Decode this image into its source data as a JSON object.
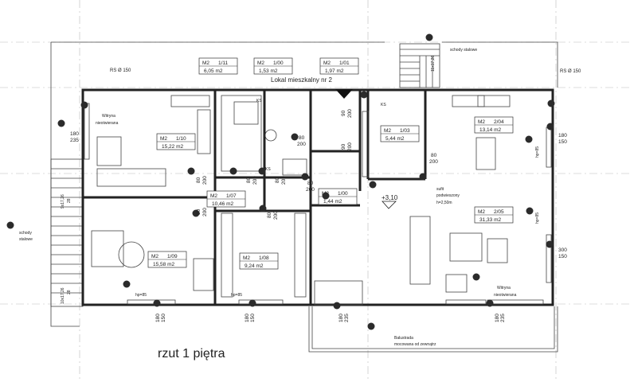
{
  "plan_title": "rzut 1 piętra",
  "apartment_label": "Lokal mieszkalny nr 2",
  "rooms": [
    {
      "name": "rooms-1-11",
      "code": "M2",
      "num": "1/11",
      "area": "6,05 m2"
    },
    {
      "name": "rooms-1-00",
      "code": "M2",
      "num": "1/00",
      "area": "1,53 m2"
    },
    {
      "name": "rooms-1-01",
      "code": "M2",
      "num": "1/01",
      "area": "1,97 m2"
    },
    {
      "name": "rooms-1-10",
      "code": "M2",
      "num": "1/10",
      "area": "15,22 m2"
    },
    {
      "name": "rooms-1-03",
      "code": "M2",
      "num": "1/03",
      "area": "5,44 m2"
    },
    {
      "name": "rooms-2-04",
      "code": "M2",
      "num": "2/04",
      "area": "13,14 m2"
    },
    {
      "name": "rooms-1-07",
      "code": "M2",
      "num": "1/07",
      "area": "10,46 m2"
    },
    {
      "name": "rooms-1-00b",
      "code": "M2",
      "num": "1/00",
      "area": "1,44 m2"
    },
    {
      "name": "rooms-2-05",
      "code": "M2",
      "num": "2/05",
      "area": "31,33 m2"
    },
    {
      "name": "rooms-1-09",
      "code": "M2",
      "num": "1/09",
      "area": "15,58 m2"
    },
    {
      "name": "rooms-1-08",
      "code": "M2",
      "num": "1/08",
      "area": "9,24 m2"
    }
  ],
  "annotations": {
    "rs_left": "RS Ø 150",
    "rs_right": "RS Ø 150",
    "schody_top": "schody stalowe",
    "schody_left_1": "schody",
    "schody_left_2": "stalowe",
    "witryna_left_1": "Witryna",
    "witryna_left_2": "nieotwierana",
    "witryna_right_1": "Witryna",
    "witryna_right_2": "nieotwierana",
    "sufit_1": "sufit",
    "sufit_2": "podwieszony",
    "sufit_3": "h=2,50m",
    "level": "+3,10",
    "balustrada_1": "Balustrada",
    "balustrada_2": "mocowana od zewnątrz",
    "ks1": "KS",
    "ks2": "KS",
    "ks3": "KS",
    "stair_left_top": "9x17,26",
    "stair_left_top2": "28",
    "stair_left_bot": "10x17,26",
    "stair_left_bot2": "28",
    "stair_top": "11x17,26",
    "hp85_1": "hp=85",
    "hp85_2": "hp=85",
    "hp85_3": "hp=85",
    "hp85_4": "hp=85"
  },
  "door_dims": [
    {
      "n": "door-dim-1",
      "w": "80",
      "h": "200"
    },
    {
      "n": "door-dim-2",
      "w": "90",
      "h": "200"
    },
    {
      "n": "door-dim-3",
      "w": "90",
      "h": "200"
    },
    {
      "n": "door-dim-4",
      "w": "80",
      "h": "200"
    },
    {
      "n": "door-dim-5",
      "w": "80",
      "h": "200"
    },
    {
      "n": "door-dim-6",
      "w": "80",
      "h": "200"
    },
    {
      "n": "door-dim-7",
      "w": "80",
      "h": "200"
    },
    {
      "n": "door-dim-8",
      "w": "80",
      "h": "200"
    },
    {
      "n": "door-dim-9",
      "w": "80",
      "h": "200"
    },
    {
      "n": "door-dim-10",
      "w": "80",
      "h": "200"
    }
  ],
  "window_dims": [
    {
      "n": "window-dim-left",
      "w": "180",
      "h": "235"
    },
    {
      "n": "window-dim-right-1",
      "w": "180",
      "h": "150"
    },
    {
      "n": "window-dim-right-2",
      "w": "300",
      "h": "150"
    },
    {
      "n": "window-dim-bot-1",
      "w": "180",
      "h": "150"
    },
    {
      "n": "window-dim-bot-2",
      "w": "180",
      "h": "150"
    },
    {
      "n": "window-dim-bot-3",
      "w": "180",
      "h": "235"
    },
    {
      "n": "window-dim-bot-4",
      "w": "180",
      "h": "235"
    }
  ]
}
